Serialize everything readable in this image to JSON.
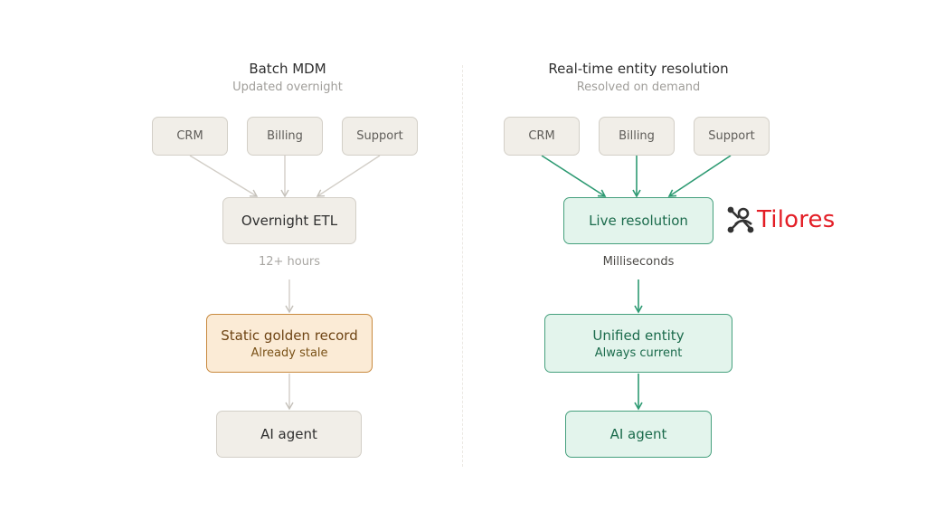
{
  "left": {
    "title": "Batch MDM",
    "subtitle": "Updated overnight",
    "sources": [
      "CRM",
      "Billing",
      "Support"
    ],
    "process": "Overnight ETL",
    "edge_label": "12+ hours",
    "record": {
      "title": "Static golden record",
      "subtitle": "Already stale"
    },
    "agent": "AI agent"
  },
  "right": {
    "title": "Real-time entity resolution",
    "subtitle": "Resolved on demand",
    "sources": [
      "CRM",
      "Billing",
      "Support"
    ],
    "process": "Live resolution",
    "edge_label": "Milliseconds",
    "record": {
      "title": "Unified entity",
      "subtitle": "Always current"
    },
    "agent": "AI agent"
  },
  "logo": {
    "text": "Tilores",
    "icon": "tilores-logo-icon"
  },
  "colors": {
    "neutral_fill": "#f1eee8",
    "neutral_border": "#d3cfc7",
    "neutral_arrow": "#cfcbc4",
    "green_fill": "#e3f4ec",
    "green_border": "#45a07d",
    "green_arrow": "#2d9a72",
    "green_text": "#1b6b4c",
    "orange_fill": "#fbebd6",
    "orange_border": "#c8893e",
    "orange_text": "#6e4414",
    "logo_red": "#e31e26"
  }
}
